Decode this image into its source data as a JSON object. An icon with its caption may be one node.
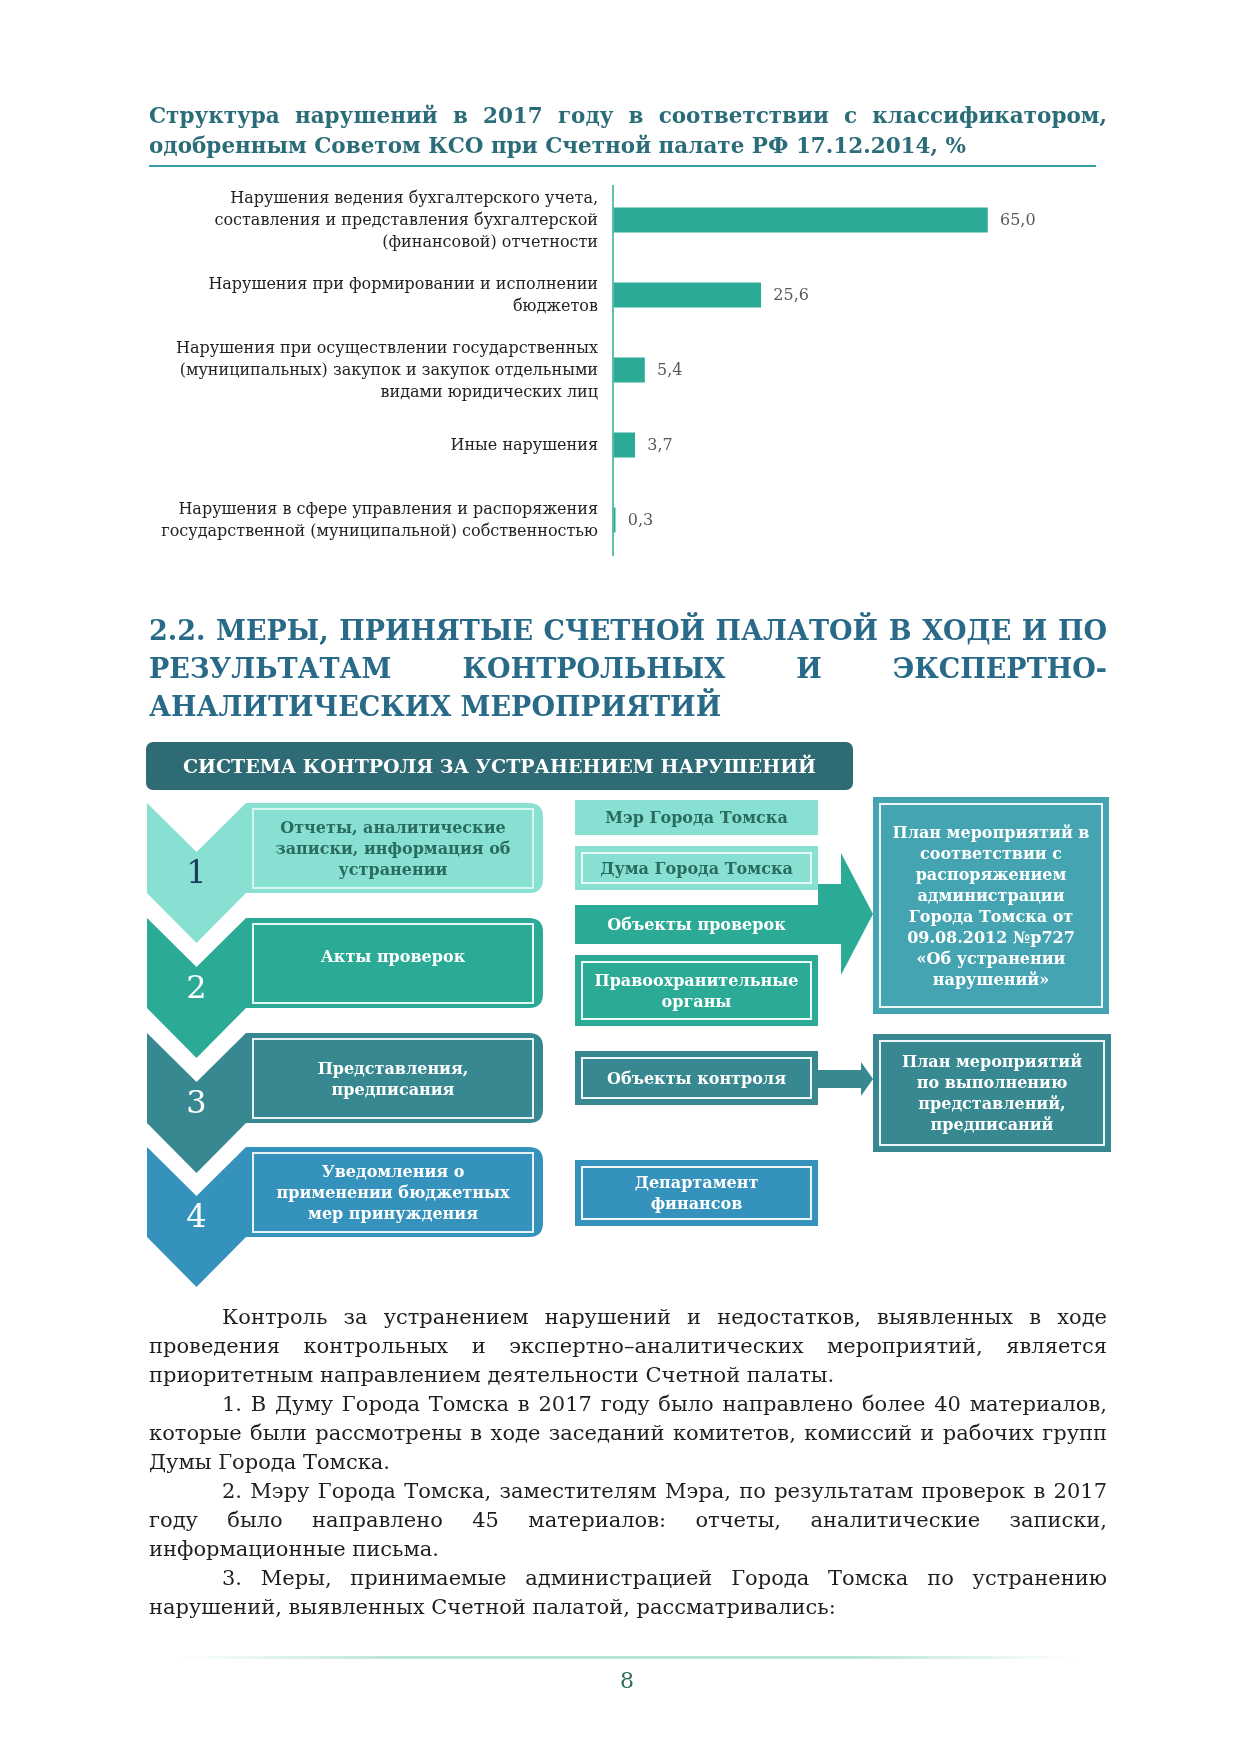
{
  "diagram": {
    "title": "2.2. МЕРЫ, ПРИНЯТЫЕ СЧЕТНОЙ ПАЛАТОЙ В ХОДЕ И ПО РЕЗУЛЬТАТАМ КОНТРОЛЬНЫХ И ЭКСПЕРТНО-АНАЛИТИЧЕСКИХ МЕРОПРИЯТИЙ",
    "nodes": [
      {
        "text": [
          "СИСТЕМА КОНТРОЛЯ ЗА УСТРАНЕНИЕМ НАРУШЕНИЙ"
        ]
      },
      {
        "text": [
          "1"
        ]
      },
      {
        "text": [
          "Отчеты, аналитические записки, информация об устранении"
        ],
        "in": 1
      },
      {
        "text": [
          "2"
        ]
      },
      {
        "text": [
          "Акты проверок"
        ],
        "in": 3
      },
      {
        "text": [
          "3"
        ]
      },
      {
        "text": [
          "Представления, предписания"
        ],
        "in": 5
      },
      {
        "text": [
          "4"
        ]
      },
      {
        "text": [
          "Уведомления о применении бюджетных мер принуждения"
        ],
        "in": 7
      },
      {
        "text": [
          "Мэр Города Томска"
        ]
      },
      {
        "text": [
          "Дума Города Томска"
        ]
      },
      {
        "text": [
          "Объекты проверок"
        ]
      },
      {
        "text": [
          "Правоохранительные органы"
        ]
      },
      {
        "text": [
          "Объекты контроля"
        ]
      },
      {
        "text": [
          "Департамент финансов"
        ]
      },
      {
        "text": [
          "План мероприятий в соответствии с распоряжением администрации Города Томска от 09.08.2012 №р727 «Об устранении нарушений»"
        ]
      },
      {
        "text": [
          "План мероприятий по выполнению представлений, предписаний"
        ]
      }
    ],
    "edges": [
      {
        "from": 11,
        "to": 15,
        "arrow": "to",
        "style": "thick",
        "color": "#2bab95"
      },
      {
        "from": 13,
        "to": 16,
        "arrow": "to",
        "color": "#378891"
      }
    ],
    "labels": [
      "Контроль за устранением нарушений и недостатков, выявленных в ходе проведения контрольных и экспертно–аналитических мероприятий, является приоритетным направлением деятельности Счетной палаты.",
      "1. В Думу Города Томска в 2017 году было направлено более 40 материалов, которые были рассмотрены в ходе заседаний комитетов, комиссий и рабочих групп Думы Города Томска.",
      "2. Мэру Города Томска, заместителям Мэра, по результатам проверок в 2017 году было направлено 45 материалов: отчеты, аналитические записки, информационные письма.",
      "3. Меры, принимаемые администрацией Города Томска по устранению нарушений, выявленных Счетной палатой, рассматривались:",
      "8"
    ],
    "chart_data": {
      "type": "bar",
      "orientation": "horizontal",
      "title": "Структура нарушений в 2017 году в соответствии с классификатором, одобренным Советом КСО при Счетной палате РФ 17.12.2014, %",
      "categories": [
        "Нарушения ведения бухгалтерского учета, составления и представления бухгалтерской (финансовой) отчетности",
        "Нарушения при формировании и исполнении бюджетов",
        "Нарушения при осуществлении государственных (муниципальных) закупок и закупок отдельными видами юридических лиц",
        "Иные нарушения",
        "Нарушения в сфере управления и распоряжения государственной (муниципальной) собственностью"
      ],
      "series": [
        {
          "color": "#2bab95",
          "values": [
            65.0,
            25.6,
            5.4,
            3.7,
            0.3
          ],
          "value_labels": [
            "65,0",
            "25,6",
            "5,4",
            "3,7",
            "0,3"
          ]
        }
      ],
      "data_labels": true
    }
  }
}
